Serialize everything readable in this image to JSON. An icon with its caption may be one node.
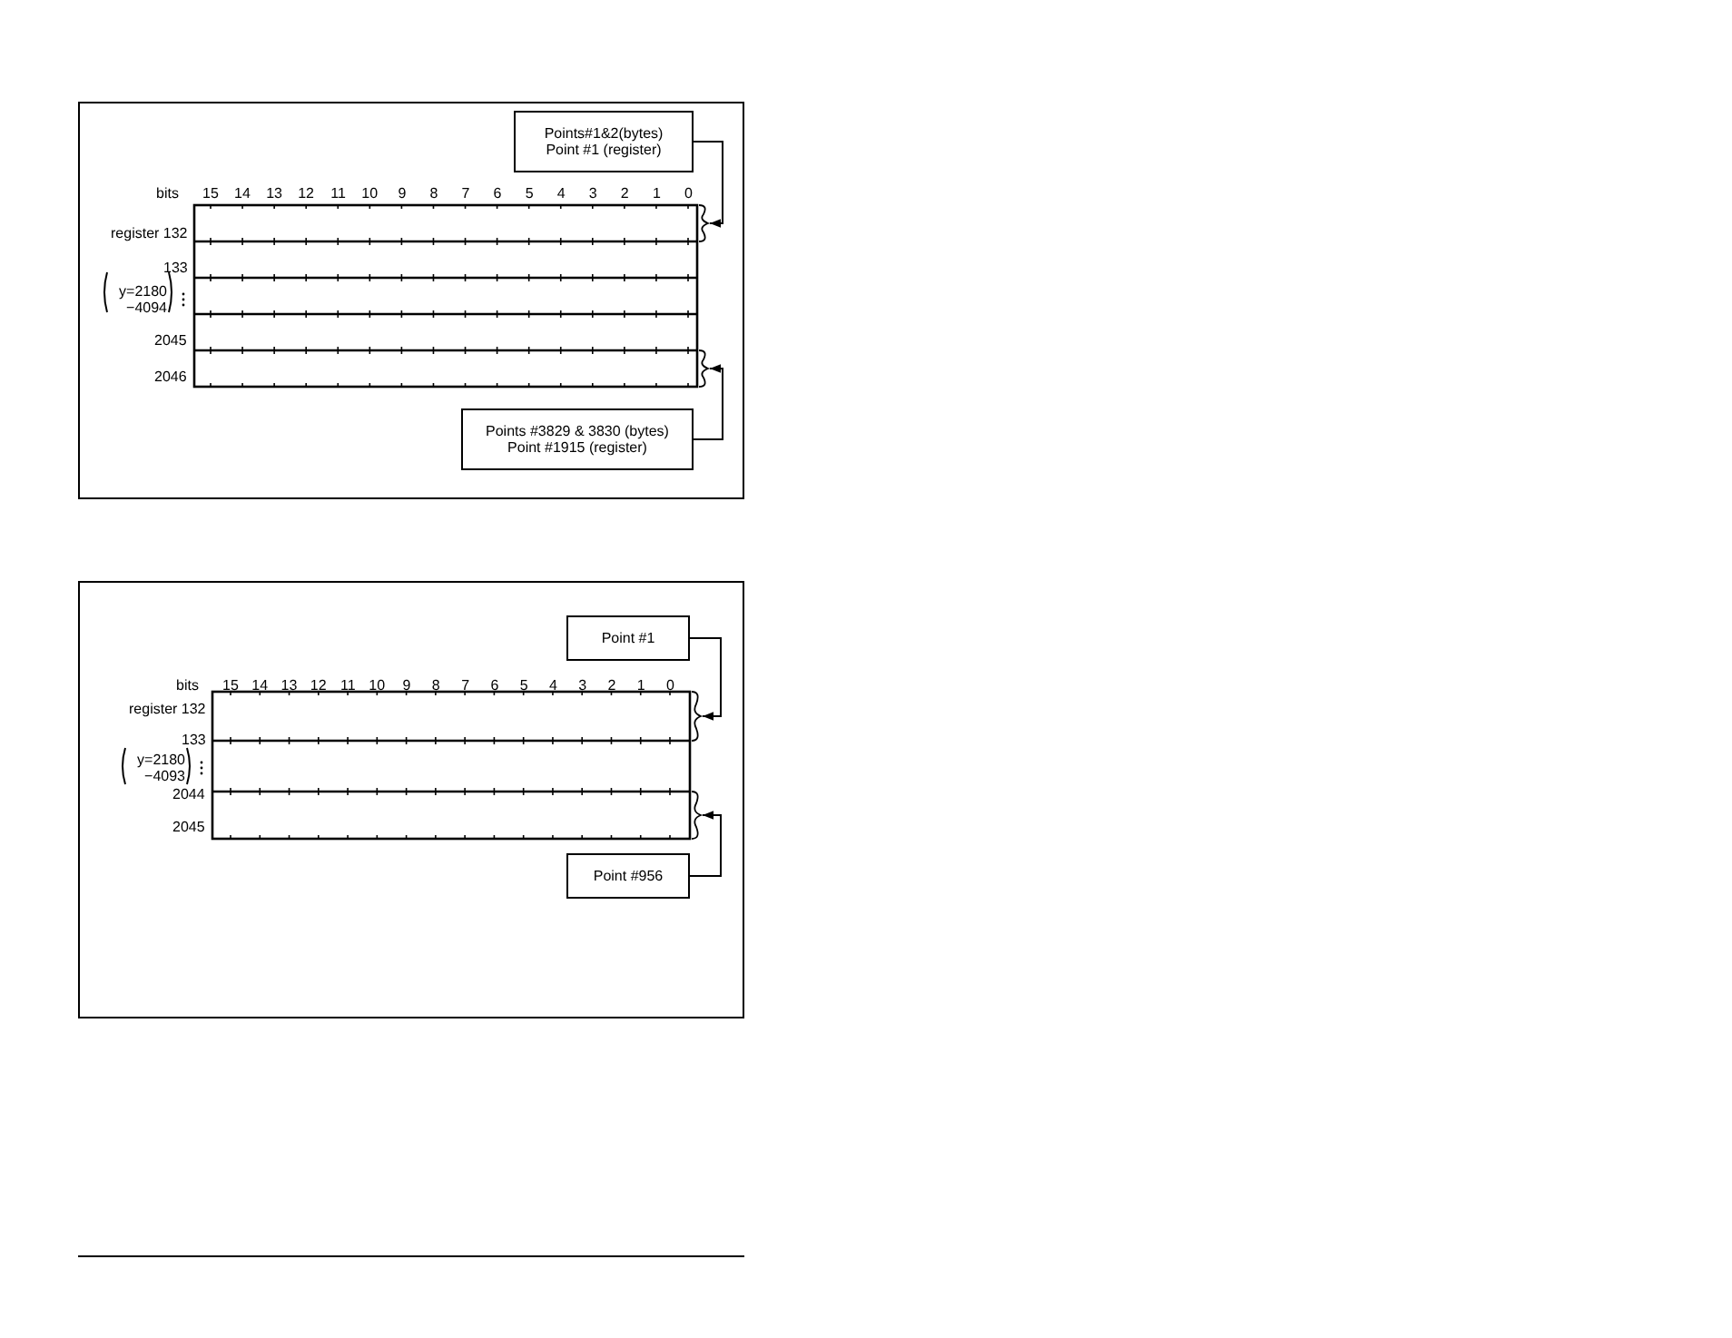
{
  "diagram": {
    "nodes": [
      {
        "text": [
          "Points#1&2(bytes)",
          "Point #1 (register)"
        ]
      },
      {
        "text": [],
        "shape": "brace"
      },
      {
        "text": [],
        "shape": "brace"
      },
      {
        "text": [
          "Points #3829 & 3830 (bytes)",
          "Point #1915 (register)"
        ]
      },
      {
        "text": [
          "Point #1"
        ]
      },
      {
        "text": [],
        "shape": "brace"
      },
      {
        "text": [],
        "shape": "brace"
      },
      {
        "text": [
          "Point #956"
        ]
      }
    ],
    "edges": [
      {
        "from": 0,
        "to": 1,
        "arrow": "to"
      },
      {
        "from": 3,
        "to": 2,
        "arrow": "to"
      },
      {
        "from": 4,
        "to": 5,
        "arrow": "to"
      },
      {
        "from": 7,
        "to": 6,
        "arrow": "to"
      }
    ],
    "labels": [
      "bits",
      "15",
      "14",
      "13",
      "12",
      "11",
      "10",
      "9",
      "8",
      "7",
      "6",
      "5",
      "4",
      "3",
      "2",
      "1",
      "0",
      "register 132",
      "133",
      "y=2180 −4094",
      "2045",
      "2046",
      "bits",
      "15",
      "14",
      "13",
      "12",
      "11",
      "10",
      "9",
      "8",
      "7",
      "6",
      "5",
      "4",
      "3",
      "2",
      "1",
      "0",
      "register 132",
      "133",
      "y=2180 −4093",
      "2044",
      "2045"
    ]
  }
}
